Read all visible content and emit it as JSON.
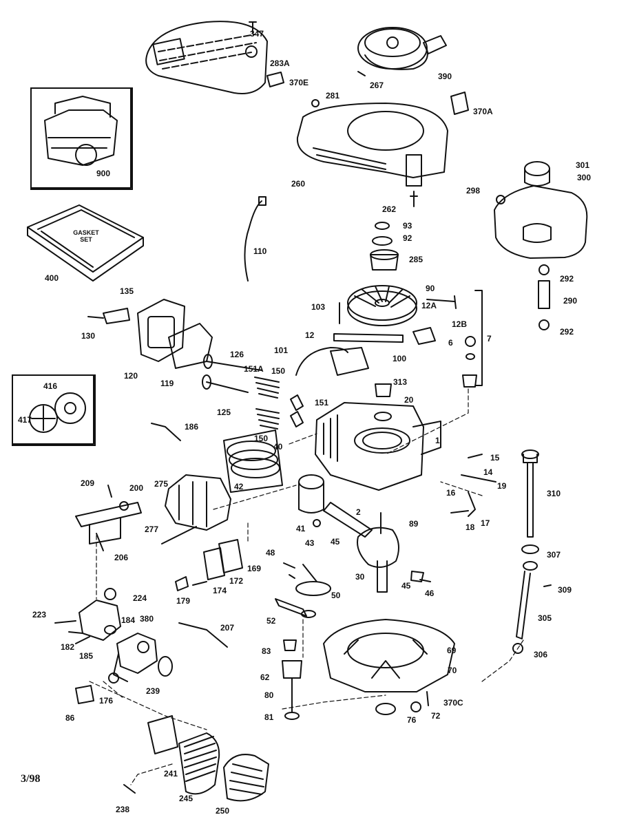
{
  "diagram": {
    "type": "exploded-parts",
    "date_code": "3/98",
    "gasket_text": "GASKET SET",
    "labels": [
      "347",
      "283A",
      "370E",
      "390",
      "267",
      "281",
      "370A",
      "260",
      "262",
      "900",
      "93",
      "92",
      "285",
      "298",
      "301",
      "300",
      "110",
      "400",
      "90",
      "292",
      "103",
      "12A",
      "290",
      "135",
      "12",
      "12B",
      "292",
      "7",
      "6",
      "130",
      "101",
      "100",
      "120",
      "119",
      "126",
      "151A",
      "150",
      "416",
      "313",
      "20",
      "417",
      "186",
      "125",
      "151",
      "150",
      "40",
      "1",
      "15",
      "209",
      "200",
      "275",
      "42",
      "14",
      "19",
      "310",
      "16",
      "277",
      "41",
      "2",
      "89",
      "18",
      "17",
      "206",
      "43",
      "45",
      "307",
      "48",
      "169",
      "172",
      "174",
      "224",
      "179",
      "30",
      "45",
      "46",
      "309",
      "50",
      "223",
      "380",
      "184",
      "52",
      "305",
      "207",
      "182",
      "185",
      "83",
      "69",
      "306",
      "70",
      "62",
      "176",
      "239",
      "80",
      "86",
      "370C",
      "81",
      "76",
      "72",
      "241",
      "245",
      "238",
      "250"
    ]
  },
  "colors": {
    "ink": "#111111",
    "paper": "#ffffff"
  }
}
